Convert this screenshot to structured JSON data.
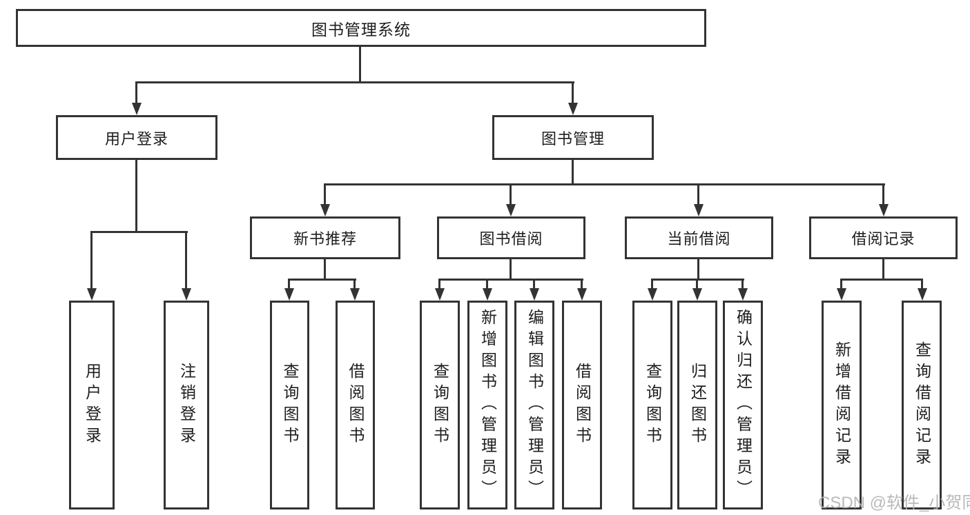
{
  "tree": {
    "root": {
      "label": "图书管理系统"
    },
    "branches": [
      {
        "label": "用户登录",
        "children": [
          {
            "label": "用户登录"
          },
          {
            "label": "注销登录"
          }
        ]
      },
      {
        "label": "图书管理",
        "children": [
          {
            "label": "新书推荐",
            "children": [
              {
                "label": "查询图书"
              },
              {
                "label": "借阅图书"
              }
            ]
          },
          {
            "label": "图书借阅",
            "children": [
              {
                "label": "查询图书"
              },
              {
                "label": "新增图书（管理员）"
              },
              {
                "label": "编辑图书（管理员）"
              },
              {
                "label": "借阅图书"
              }
            ]
          },
          {
            "label": "当前借阅",
            "children": [
              {
                "label": "查询图书"
              },
              {
                "label": "归还图书"
              },
              {
                "label": "确认归还（管理员）"
              }
            ]
          },
          {
            "label": "借阅记录",
            "children": [
              {
                "label": "新增借阅记录"
              },
              {
                "label": "查询借阅记录"
              }
            ]
          }
        ]
      }
    ]
  },
  "watermark": {
    "text": "CSDN @软件_小贺同学"
  },
  "colors": {
    "line": "#333333",
    "text": "#1d1d1d",
    "watermark": "#b4b4b4",
    "background": "#ffffff"
  }
}
